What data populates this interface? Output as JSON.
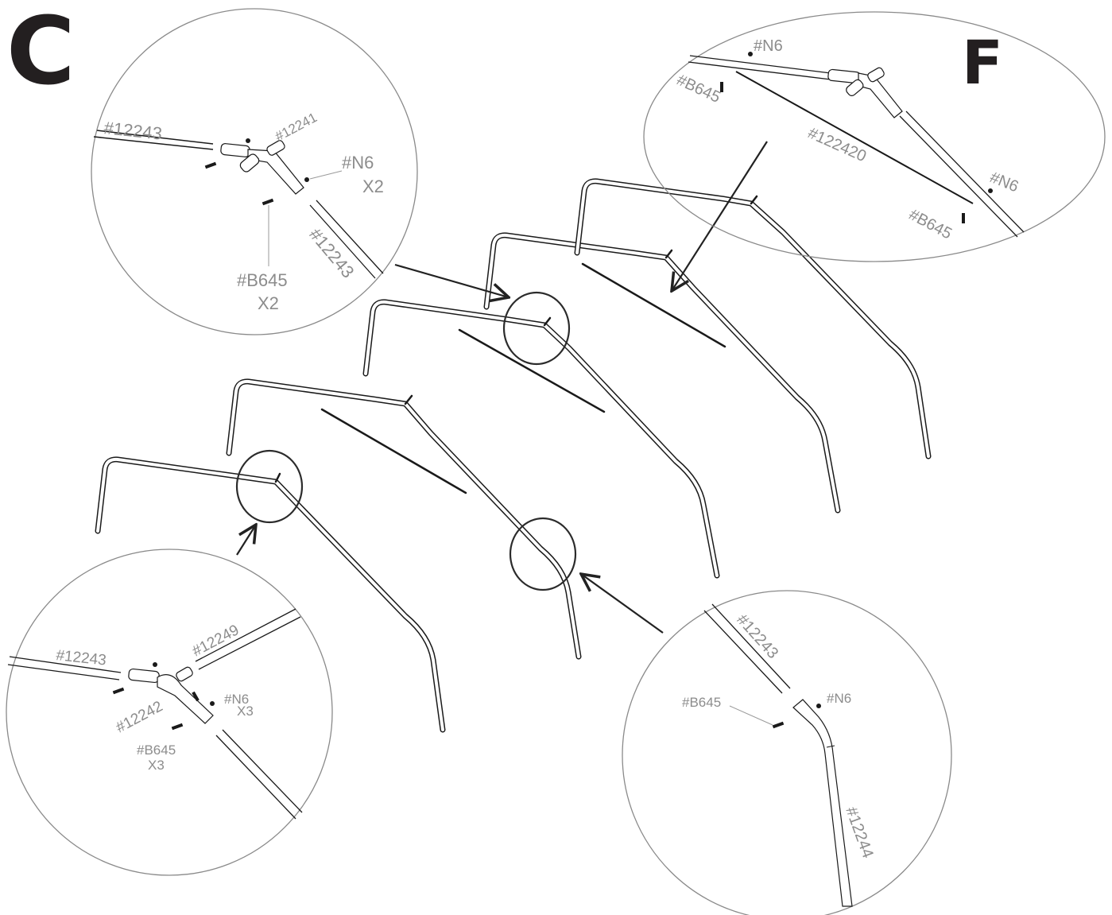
{
  "steps": {
    "left": "C",
    "right": "F"
  },
  "detail_top_left": {
    "labels": [
      "#12243",
      "#12241",
      "#N6",
      "X2",
      "#12243",
      "#B645",
      "X2"
    ]
  },
  "detail_top_right": {
    "labels": [
      "#N6",
      "#B645",
      "#122420",
      "#N6",
      "#B645"
    ]
  },
  "detail_bottom_left": {
    "labels": [
      "#12243",
      "#12249",
      "#12242",
      "#N6",
      "X3",
      "#B645",
      "X3"
    ]
  },
  "detail_bottom_right": {
    "labels": [
      "#12243",
      "#B645",
      "#N6",
      "#12244"
    ]
  }
}
